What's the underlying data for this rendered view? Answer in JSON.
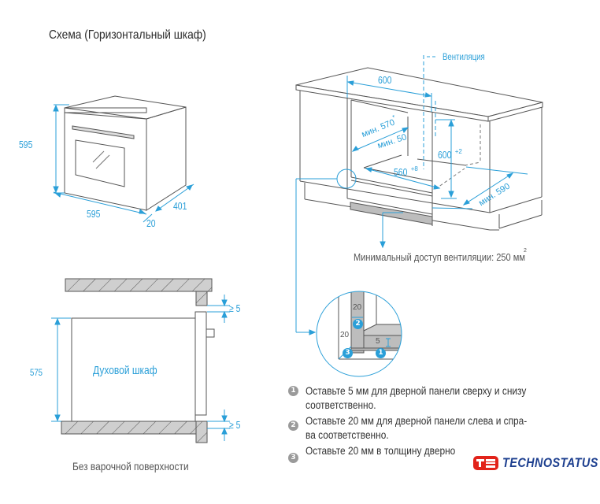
{
  "title": "Схема (Горизонтальный шкаф)",
  "oven_iso": {
    "height_label": "595",
    "width_label": "595",
    "depth_label": "401",
    "door_label": "20"
  },
  "cabinet_iso": {
    "ventilation_legend": "Вентиляция",
    "width_top": "600",
    "min_570": "мин. 570",
    "min_570_sup": "*",
    "min_50": "мин. 50",
    "height_600": "600",
    "height_600_sup": "+2",
    "width_560": "560",
    "width_560_sup": "+8",
    "min_590": "мин. 590",
    "vent_access": "Минимальный доступ вентиляции: 250 мм",
    "vent_access_sup": "2"
  },
  "detail": {
    "label_20_top": "20",
    "label_20_left": "20",
    "label_5": "5",
    "marker_1": "1",
    "marker_2": "2",
    "marker_3": "3"
  },
  "section": {
    "gap_top": "≥  5",
    "gap_bottom": "≥  5",
    "height_label": "575",
    "oven_label": "Духовой шкаф",
    "caption": "Без варочной поверхности"
  },
  "notes": [
    {
      "num": "1",
      "line1": "Оставьте 5 мм для дверной панели сверху и снизу",
      "line2": "соответственно."
    },
    {
      "num": "2",
      "line1": "Оставьте 20 мм для дверной панели слева и спра-",
      "line2": "ва соответственно."
    },
    {
      "num": "3",
      "line1": "Оставьте 20 мм в толщину дверно",
      "line2": ""
    }
  ],
  "logo": {
    "text": "TECHNOSTATUS",
    "mark": "ts"
  },
  "colors": {
    "accent": "#2a9fd8",
    "line": "#555555",
    "logo_red": "#e2231a",
    "logo_blue": "#1d3f8f"
  }
}
